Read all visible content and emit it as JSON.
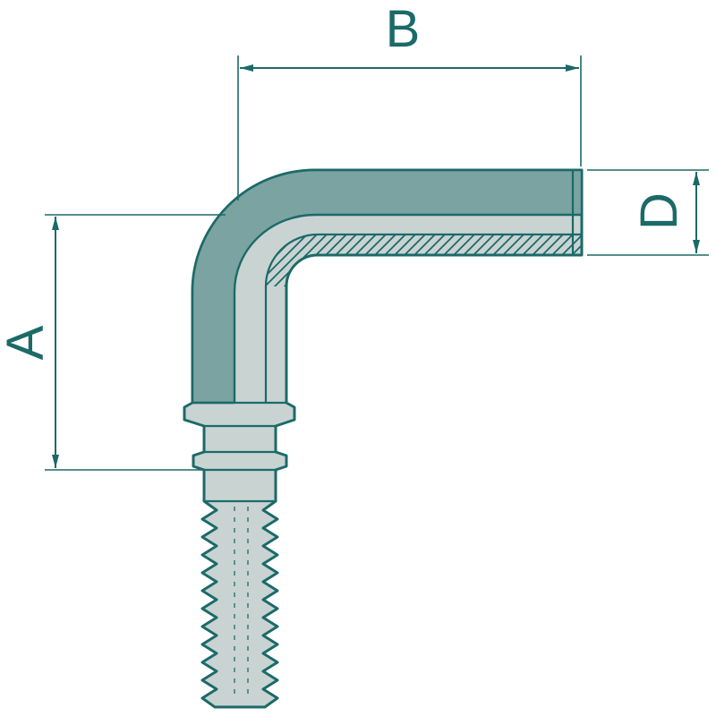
{
  "diagram": {
    "labels": {
      "a": "A",
      "b": "B",
      "d": "D"
    }
  },
  "colors": {
    "stroke": "#1b6a68",
    "body": "#c9d3d2",
    "band": "#7aa3a1",
    "text": "#1b6a68",
    "background": "#ffffff"
  }
}
